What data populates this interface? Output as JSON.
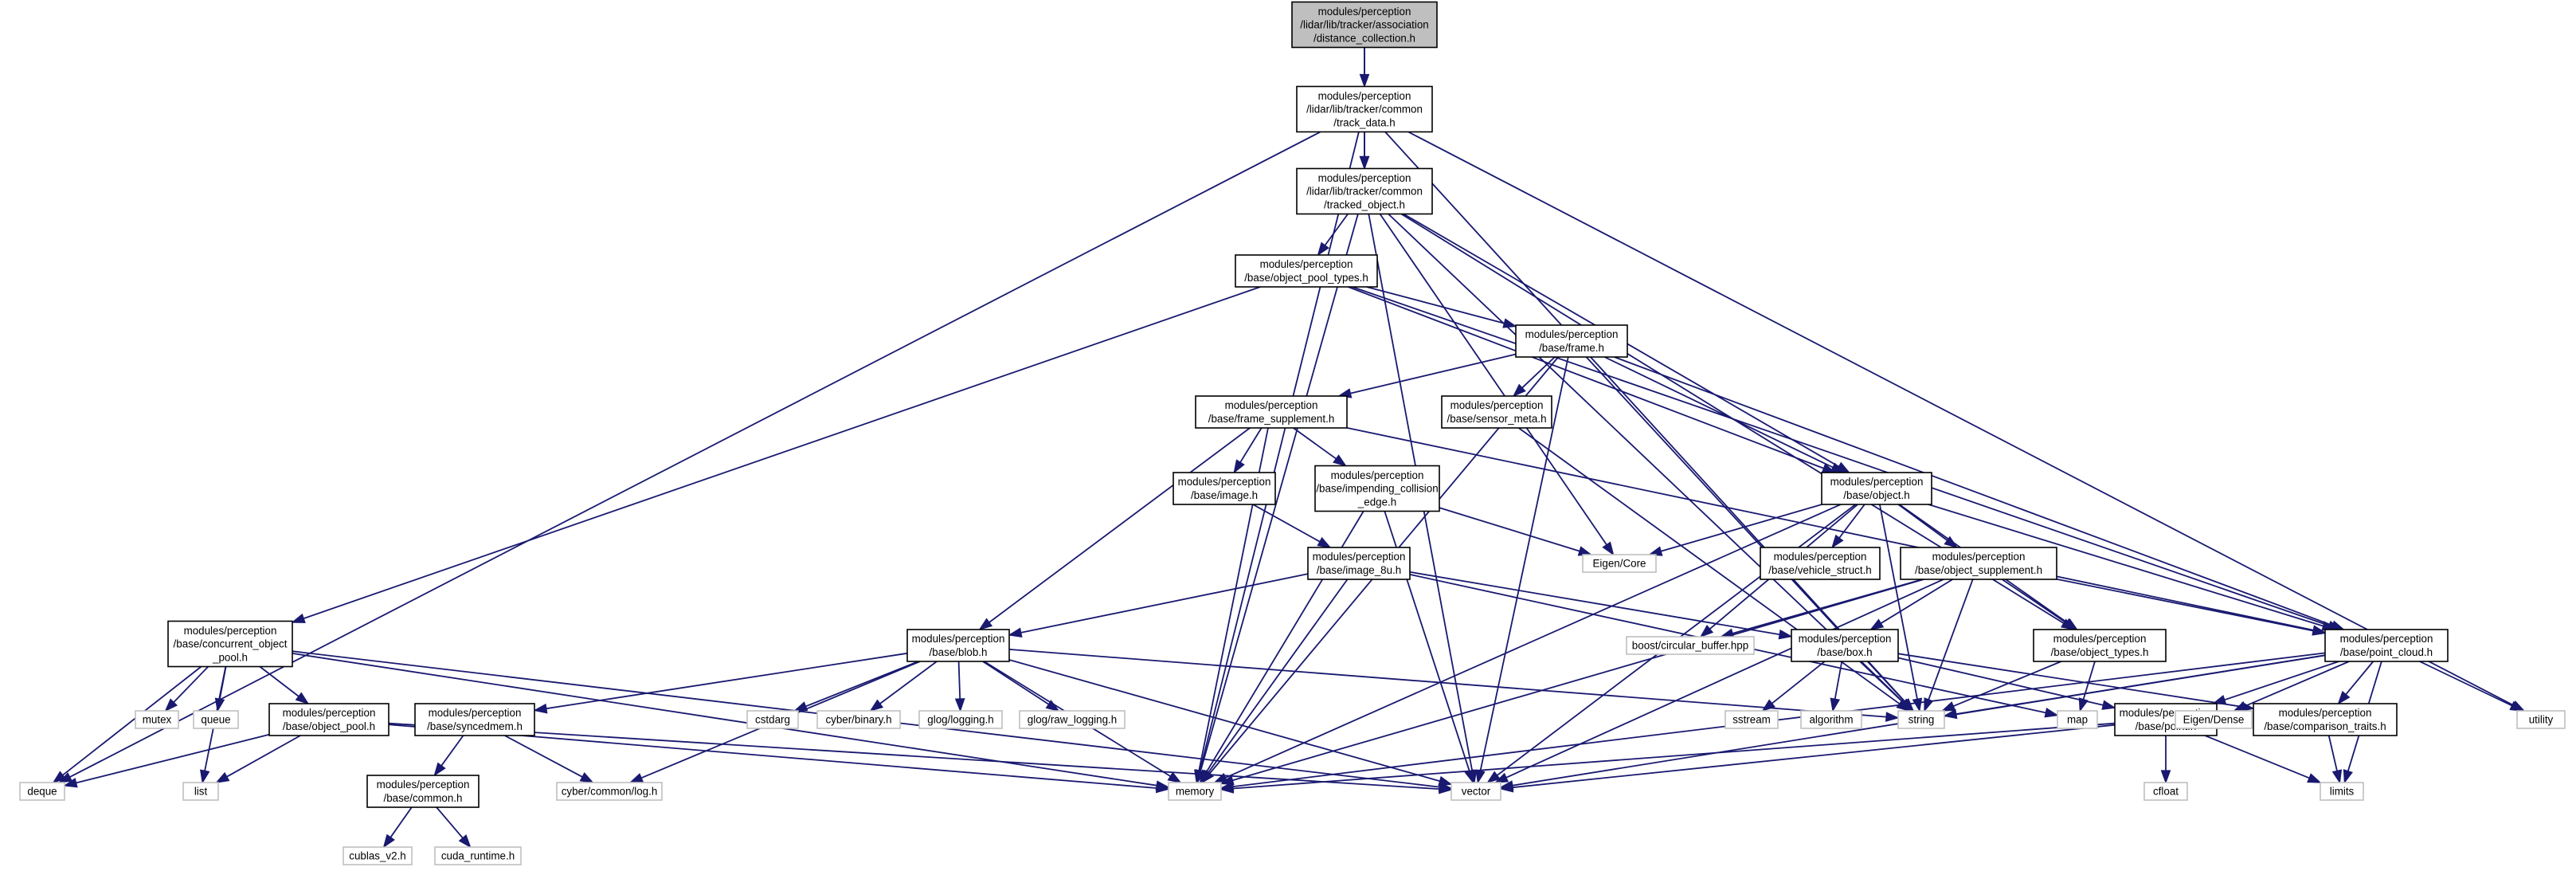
{
  "colors": {
    "edge": "#191970",
    "root_fill": "#bfbfbf",
    "node_border": "#000000",
    "external_border": "#bfbfbf"
  },
  "nodes": [
    {
      "id": "distance_collection",
      "kind": "root",
      "lines": [
        "modules/perception",
        "/lidar/lib/tracker/association",
        "/distance_collection.h"
      ]
    },
    {
      "id": "track_data",
      "kind": "int",
      "lines": [
        "modules/perception",
        "/lidar/lib/tracker/common",
        "/track_data.h"
      ]
    },
    {
      "id": "tracked_object",
      "kind": "int",
      "lines": [
        "modules/perception",
        "/lidar/lib/tracker/common",
        "/tracked_object.h"
      ]
    },
    {
      "id": "object_pool_types",
      "kind": "int",
      "lines": [
        "modules/perception",
        "/base/object_pool_types.h"
      ]
    },
    {
      "id": "frame",
      "kind": "int",
      "lines": [
        "modules/perception",
        "/base/frame.h"
      ]
    },
    {
      "id": "frame_supplement",
      "kind": "int",
      "lines": [
        "modules/perception",
        "/base/frame_supplement.h"
      ]
    },
    {
      "id": "sensor_meta",
      "kind": "int",
      "lines": [
        "modules/perception",
        "/base/sensor_meta.h"
      ]
    },
    {
      "id": "image",
      "kind": "int",
      "lines": [
        "modules/perception",
        "/base/image.h"
      ]
    },
    {
      "id": "impending_collision_edge",
      "kind": "int",
      "lines": [
        "modules/perception",
        "/base/impending_collision",
        "_edge.h"
      ]
    },
    {
      "id": "object",
      "kind": "int",
      "lines": [
        "modules/perception",
        "/base/object.h"
      ]
    },
    {
      "id": "vehicle_struct",
      "kind": "int",
      "lines": [
        "modules/perception",
        "/base/vehicle_struct.h"
      ]
    },
    {
      "id": "object_supplement",
      "kind": "int",
      "lines": [
        "modules/perception",
        "/base/object_supplement.h"
      ]
    },
    {
      "id": "image_8u",
      "kind": "int",
      "lines": [
        "modules/perception",
        "/base/image_8u.h"
      ]
    },
    {
      "id": "concurrent_object_pool",
      "kind": "int",
      "lines": [
        "modules/perception",
        "/base/concurrent_object",
        "_pool.h"
      ]
    },
    {
      "id": "blob",
      "kind": "int",
      "lines": [
        "modules/perception",
        "/base/blob.h"
      ]
    },
    {
      "id": "box",
      "kind": "int",
      "lines": [
        "modules/perception",
        "/base/box.h"
      ]
    },
    {
      "id": "object_types",
      "kind": "int",
      "lines": [
        "modules/perception",
        "/base/object_types.h"
      ]
    },
    {
      "id": "point_cloud",
      "kind": "int",
      "lines": [
        "modules/perception",
        "/base/point_cloud.h"
      ]
    },
    {
      "id": "object_pool",
      "kind": "int",
      "lines": [
        "modules/perception",
        "/base/object_pool.h"
      ]
    },
    {
      "id": "syncedmem",
      "kind": "int",
      "lines": [
        "modules/perception",
        "/base/syncedmem.h"
      ]
    },
    {
      "id": "point",
      "kind": "int",
      "lines": [
        "modules/perception",
        "/base/point.h"
      ]
    },
    {
      "id": "comparison_traits",
      "kind": "int",
      "lines": [
        "modules/perception",
        "/base/comparison_traits.h"
      ]
    },
    {
      "id": "common",
      "kind": "int",
      "lines": [
        "modules/perception",
        "/base/common.h"
      ]
    },
    {
      "id": "eigen_core",
      "kind": "ext",
      "lines": [
        "Eigen/Core"
      ]
    },
    {
      "id": "boost_cb",
      "kind": "ext",
      "lines": [
        "boost/circular_buffer.hpp"
      ]
    },
    {
      "id": "mutex",
      "kind": "ext",
      "lines": [
        "mutex"
      ]
    },
    {
      "id": "queue",
      "kind": "ext",
      "lines": [
        "queue"
      ]
    },
    {
      "id": "cstdarg",
      "kind": "ext",
      "lines": [
        "cstdarg"
      ]
    },
    {
      "id": "cyber_binary",
      "kind": "ext",
      "lines": [
        "cyber/binary.h"
      ]
    },
    {
      "id": "glog_logging",
      "kind": "ext",
      "lines": [
        "glog/logging.h"
      ]
    },
    {
      "id": "glog_raw",
      "kind": "ext",
      "lines": [
        "glog/raw_logging.h"
      ]
    },
    {
      "id": "sstream",
      "kind": "ext",
      "lines": [
        "sstream"
      ]
    },
    {
      "id": "algorithm",
      "kind": "ext",
      "lines": [
        "algorithm"
      ]
    },
    {
      "id": "string",
      "kind": "ext",
      "lines": [
        "string"
      ]
    },
    {
      "id": "map",
      "kind": "ext",
      "lines": [
        "map"
      ]
    },
    {
      "id": "eigen_dense",
      "kind": "ext",
      "lines": [
        "Eigen/Dense"
      ]
    },
    {
      "id": "utility",
      "kind": "ext",
      "lines": [
        "utility"
      ]
    },
    {
      "id": "deque",
      "kind": "ext",
      "lines": [
        "deque"
      ]
    },
    {
      "id": "list",
      "kind": "ext",
      "lines": [
        "list"
      ]
    },
    {
      "id": "cyber_log",
      "kind": "ext",
      "lines": [
        "cyber/common/log.h"
      ]
    },
    {
      "id": "memory",
      "kind": "ext",
      "lines": [
        "memory"
      ]
    },
    {
      "id": "vector",
      "kind": "ext",
      "lines": [
        "vector"
      ]
    },
    {
      "id": "cfloat",
      "kind": "ext",
      "lines": [
        "cfloat"
      ]
    },
    {
      "id": "limits",
      "kind": "ext",
      "lines": [
        "limits"
      ]
    },
    {
      "id": "cublas",
      "kind": "ext",
      "lines": [
        "cublas_v2.h"
      ]
    },
    {
      "id": "cuda_runtime",
      "kind": "ext",
      "lines": [
        "cuda_runtime.h"
      ]
    }
  ],
  "edges": [
    [
      "distance_collection",
      "track_data"
    ],
    [
      "distance_collection",
      "tracked_object"
    ],
    [
      "track_data",
      "tracked_object"
    ],
    [
      "track_data",
      "deque"
    ],
    [
      "track_data",
      "memory"
    ],
    [
      "track_data",
      "string"
    ],
    [
      "track_data",
      "utility"
    ],
    [
      "tracked_object",
      "object_pool_types"
    ],
    [
      "tracked_object",
      "object"
    ],
    [
      "tracked_object",
      "eigen_core"
    ],
    [
      "tracked_object",
      "memory"
    ],
    [
      "tracked_object",
      "object_types"
    ],
    [
      "tracked_object",
      "string"
    ],
    [
      "tracked_object",
      "vector"
    ],
    [
      "object_pool_types",
      "frame"
    ],
    [
      "object_pool_types",
      "object"
    ],
    [
      "object_pool_types",
      "point_cloud"
    ],
    [
      "object_pool_types",
      "concurrent_object_pool"
    ],
    [
      "frame",
      "frame_supplement"
    ],
    [
      "frame",
      "sensor_meta"
    ],
    [
      "frame",
      "object"
    ],
    [
      "frame",
      "point_cloud"
    ],
    [
      "frame",
      "memory"
    ],
    [
      "frame",
      "vector"
    ],
    [
      "frame",
      "string"
    ],
    [
      "frame_supplement",
      "image"
    ],
    [
      "frame_supplement",
      "impending_collision_edge"
    ],
    [
      "frame_supplement",
      "blob"
    ],
    [
      "frame_supplement",
      "point_cloud"
    ],
    [
      "frame_supplement",
      "memory"
    ],
    [
      "sensor_meta",
      "string"
    ],
    [
      "image",
      "image_8u"
    ],
    [
      "impending_collision_edge",
      "eigen_core"
    ],
    [
      "impending_collision_edge",
      "memory"
    ],
    [
      "impending_collision_edge",
      "vector"
    ],
    [
      "object",
      "boost_cb"
    ],
    [
      "object",
      "eigen_core"
    ],
    [
      "object",
      "vehicle_struct"
    ],
    [
      "object",
      "object_supplement"
    ],
    [
      "object",
      "object_types"
    ],
    [
      "object",
      "point_cloud"
    ],
    [
      "object",
      "memory"
    ],
    [
      "object",
      "string"
    ],
    [
      "object",
      "vector"
    ],
    [
      "object_supplement",
      "boost_cb"
    ],
    [
      "object_supplement",
      "box"
    ],
    [
      "object_supplement",
      "object_types"
    ],
    [
      "object_supplement",
      "point_cloud"
    ],
    [
      "object_supplement",
      "memory"
    ],
    [
      "object_supplement",
      "string"
    ],
    [
      "object_supplement",
      "vector"
    ],
    [
      "image_8u",
      "blob"
    ],
    [
      "image_8u",
      "box"
    ],
    [
      "image_8u",
      "map"
    ],
    [
      "image_8u",
      "memory"
    ],
    [
      "concurrent_object_pool",
      "mutex"
    ],
    [
      "concurrent_object_pool",
      "queue"
    ],
    [
      "concurrent_object_pool",
      "object_pool"
    ],
    [
      "concurrent_object_pool",
      "deque"
    ],
    [
      "concurrent_object_pool",
      "list"
    ],
    [
      "concurrent_object_pool",
      "memory"
    ],
    [
      "concurrent_object_pool",
      "vector"
    ],
    [
      "blob",
      "syncedmem"
    ],
    [
      "blob",
      "cstdarg"
    ],
    [
      "blob",
      "cyber_binary"
    ],
    [
      "blob",
      "glog_logging"
    ],
    [
      "blob",
      "glog_raw"
    ],
    [
      "blob",
      "string"
    ],
    [
      "blob",
      "memory"
    ],
    [
      "blob",
      "vector"
    ],
    [
      "blob",
      "cyber_log"
    ],
    [
      "box",
      "sstream"
    ],
    [
      "box",
      "algorithm"
    ],
    [
      "box",
      "string"
    ],
    [
      "box",
      "point"
    ],
    [
      "box",
      "comparison_traits"
    ],
    [
      "object_types",
      "map"
    ],
    [
      "object_types",
      "string"
    ],
    [
      "point_cloud",
      "eigen_dense"
    ],
    [
      "point_cloud",
      "point"
    ],
    [
      "point_cloud",
      "comparison_traits"
    ],
    [
      "point_cloud",
      "utility"
    ],
    [
      "point_cloud",
      "limits"
    ],
    [
      "point_cloud",
      "vector"
    ],
    [
      "point_cloud",
      "memory"
    ],
    [
      "point_cloud",
      "string"
    ],
    [
      "object_pool",
      "deque"
    ],
    [
      "object_pool",
      "list"
    ],
    [
      "object_pool",
      "memory"
    ],
    [
      "object_pool",
      "vector"
    ],
    [
      "syncedmem",
      "common"
    ],
    [
      "syncedmem",
      "cyber_log"
    ],
    [
      "point",
      "cfloat"
    ],
    [
      "point",
      "limits"
    ],
    [
      "point",
      "memory"
    ],
    [
      "point",
      "vector"
    ],
    [
      "comparison_traits",
      "limits"
    ],
    [
      "common",
      "cublas"
    ],
    [
      "common",
      "cuda_runtime"
    ]
  ]
}
